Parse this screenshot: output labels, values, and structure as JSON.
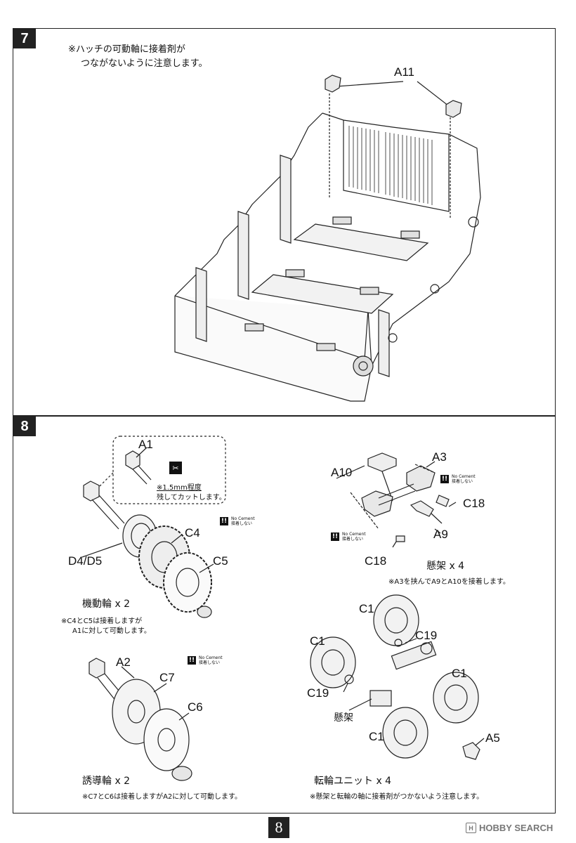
{
  "step7": {
    "number": "7",
    "note_line1": "※ハッチの可動軸に接着剤が",
    "note_line2": "つながないように注意します。",
    "part_label": "A11"
  },
  "step8": {
    "number": "8",
    "sprocket": {
      "labels": [
        "A1",
        "D4/D5",
        "C4",
        "C5"
      ],
      "cut_note_1": "※1.5mm程度",
      "cut_note_2": "残してカットします。",
      "caption": "機動輪 x 2",
      "note_1": "※C4とC5は接着しますが",
      "note_2": "A1に対して可動します。"
    },
    "suspension": {
      "labels": [
        "A10",
        "A3",
        "C18",
        "A9",
        "C18"
      ],
      "caption": "懸架 x 4",
      "note": "※A3を挟んでA9とA10を接着します。"
    },
    "idler": {
      "labels": [
        "A2",
        "C7",
        "C6"
      ],
      "caption": "誘導輪 x 2",
      "note": "※C7とC6は接着しますがA2に対して可動します。"
    },
    "roadwheel": {
      "labels": [
        "C1",
        "C1",
        "C19",
        "C1",
        "C19",
        "懸架",
        "C1",
        "A5"
      ],
      "caption": "転輪ユニット x 4",
      "note": "※懸架と転輪の軸に接着剤がつかないよう注意します。"
    },
    "no_cement_en": "No Cement",
    "no_cement_jp": "接着しない",
    "no_cement_mark": "!!"
  },
  "footer": {
    "page_number": "8",
    "watermark": "HOBBY SEARCH",
    "watermark_mark": "H"
  }
}
